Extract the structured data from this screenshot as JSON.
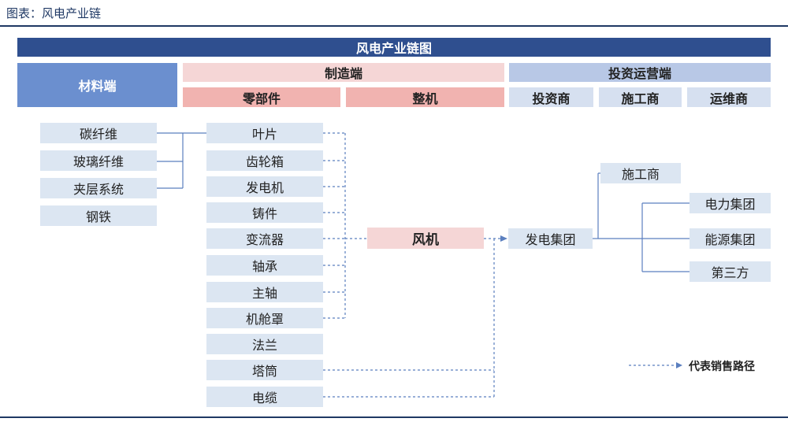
{
  "caption": "图表：风电产业链",
  "title": "风电产业链图",
  "headers": {
    "materials": "材料端",
    "manufacturing": "制造端",
    "parts": "零部件",
    "machine": "整机",
    "investment_ops": "投资运营端",
    "investor": "投资商",
    "constructor": "施工商",
    "operator": "运维商"
  },
  "materials": [
    "碳纤维",
    "玻璃纤维",
    "夹层系统",
    "钢铁"
  ],
  "parts": [
    "叶片",
    "齿轮箱",
    "发电机",
    "铸件",
    "变流器",
    "轴承",
    "主轴",
    "机舱罩",
    "法兰",
    "塔筒",
    "电缆"
  ],
  "center": "风机",
  "group": "发电集团",
  "constructor_node": "施工商",
  "operators": [
    "电力集团",
    "能源集团",
    "第三方"
  ],
  "legend": "代表销售路径"
}
